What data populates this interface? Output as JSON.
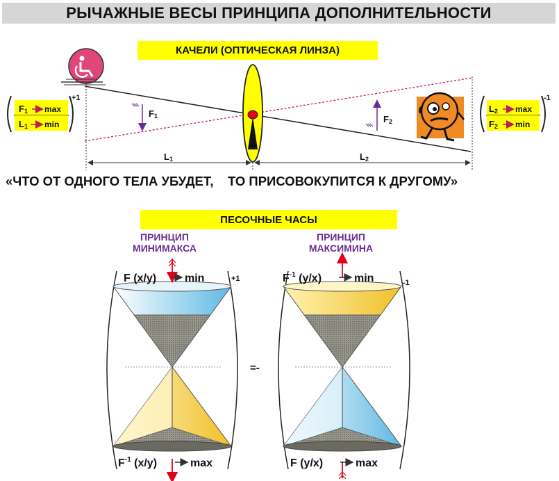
{
  "title": "РЫЧАЖНЫЕ ВЕСЫ ПРИНЦИПА ДОПОЛНИТЕЛЬНОСТИ",
  "swing": {
    "label": "КАЧЕЛИ  (ОПТИЧЕСКАЯ ЛИНЗА)",
    "left_fraction": {
      "top_var": "F",
      "top_sub": "1",
      "top_rel": "max",
      "bottom_var": "L",
      "bottom_sub": "1",
      "bottom_rel": "min",
      "exponent": "+1"
    },
    "right_fraction": {
      "top_var": "L",
      "top_sub": "2",
      "top_rel": "max",
      "bottom_var": "F",
      "bottom_sub": "2",
      "bottom_rel": "min",
      "exponent": "-1"
    },
    "force_left": {
      "var": "F",
      "sub": "1"
    },
    "force_right": {
      "var": "F",
      "sub": "2"
    },
    "length_left": {
      "var": "L",
      "sub": "1"
    },
    "length_right": {
      "var": "L",
      "sub": "2"
    }
  },
  "quote": "«ЧТО ОТ ОДНОГО ТЕЛА УБУДЕТ,    ТО ПРИСОВОКУПИТСЯ К ДРУГОМУ»",
  "hourglass": {
    "label": "ПЕСОЧНЫЕ ЧАСЫ",
    "left": {
      "principle_line1": "ПРИНЦИП",
      "principle_line2": "МИНИМАКСА",
      "top_formula_pre": "F (x/y)",
      "top_formula_post": "min",
      "bottom_formula_pre": "F",
      "bottom_formula_sup": "-1",
      "bottom_formula_mid": " (x/y)",
      "bottom_formula_post": "max",
      "exponent": "+1"
    },
    "right": {
      "principle_line1": "ПРИНЦИП",
      "principle_line2": "МАКСИМИНА",
      "top_formula_pre": "F",
      "top_formula_sup": "-1",
      "top_formula_mid": " (y/x)",
      "top_formula_post": "min",
      "bottom_formula_pre": "F (y/x)",
      "bottom_formula_post": "max",
      "exponent": "-1"
    },
    "equals": "=-"
  },
  "colors": {
    "yellow": "#ffff00",
    "magenta": "#c0195c",
    "purple": "#6a2c91",
    "red_arrow": "#e3001b",
    "blue": "#7cc8ea",
    "gold": "#f2c83a",
    "wheelchair_pink": "#e0457b",
    "face_orange": "#f08a24"
  }
}
